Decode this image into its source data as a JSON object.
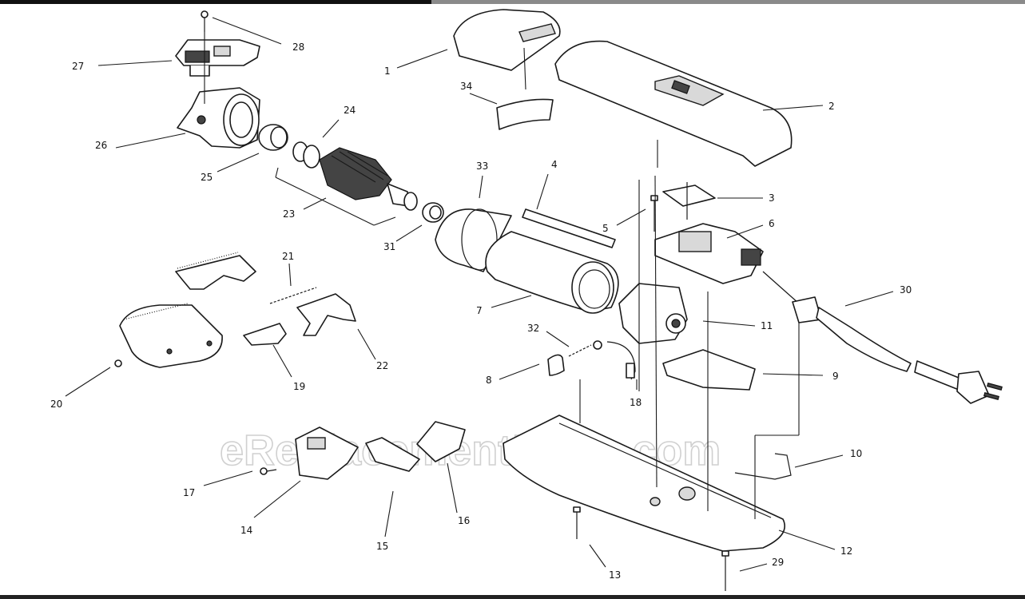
{
  "watermark": "eReplacementParts.com",
  "callouts": {
    "c1": "1",
    "c2": "2",
    "c3": "3",
    "c4": "4",
    "c5": "5",
    "c6": "6",
    "c7": "7",
    "c8": "8",
    "c9": "9",
    "c10": "10",
    "c11": "11",
    "c12": "12",
    "c13": "13",
    "c14": "14",
    "c15": "15",
    "c16": "16",
    "c17": "17",
    "c18": "18",
    "c19": "19",
    "c20": "20",
    "c21": "21",
    "c22": "22",
    "c23": "23",
    "c24": "24",
    "c25": "25",
    "c26": "26",
    "c27": "27",
    "c28": "28",
    "c29": "29",
    "c30": "30",
    "c31": "31",
    "c32": "32",
    "c33": "33",
    "c34": "34"
  }
}
